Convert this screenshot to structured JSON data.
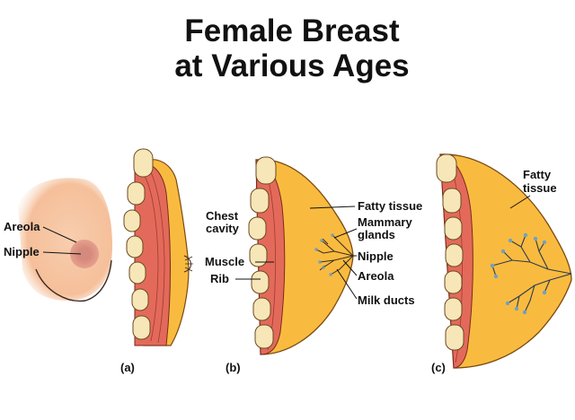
{
  "title": {
    "line1": "Female Breast",
    "line2": "at Various Ages"
  },
  "panels": {
    "a": {
      "caption": "(a)",
      "labels": {
        "areola": "Areola",
        "nipple": "Nipple"
      }
    },
    "b": {
      "caption": "(b)",
      "labels": {
        "chest_cavity_1": "Chest",
        "chest_cavity_2": "cavity",
        "muscle": "Muscle",
        "rib": "Rib",
        "fatty_tissue": "Fatty tissue",
        "mammary_glands_1": "Mammary",
        "mammary_glands_2": "glands",
        "nipple": "Nipple",
        "areola": "Areola",
        "milk_ducts": "Milk ducts"
      }
    },
    "c": {
      "caption": "(c)",
      "labels": {
        "fatty_tissue_1": "Fatty",
        "fatty_tissue_2": "tissue"
      }
    }
  },
  "colors": {
    "skin": "#F4C49E",
    "fat": "#F9BB3F",
    "fat_outline": "#7A4A10",
    "muscle": "#E36A5A",
    "rib": "#F6E6B8",
    "duct": "#6FA0C6",
    "areola": "#D98A7E"
  }
}
